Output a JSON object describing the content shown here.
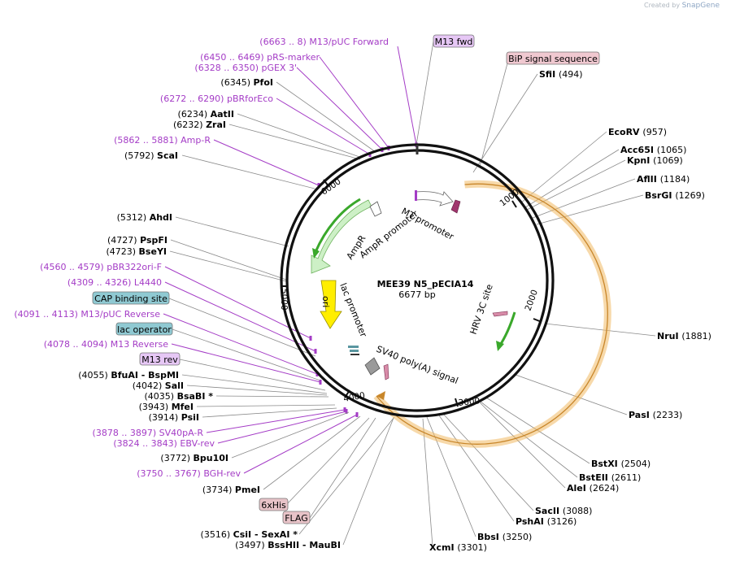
{
  "brand": {
    "prefix": "Created by",
    "name": "SnapGene"
  },
  "plasmid": {
    "name": "MEE39 N5_pECIA14",
    "length_label": "6677 bp"
  },
  "ring_ticks": [
    {
      "label": "1000"
    },
    {
      "label": "2000"
    },
    {
      "label": "3000"
    },
    {
      "label": "4000"
    },
    {
      "label": "5000"
    },
    {
      "label": "6000"
    }
  ],
  "feature_arcs": [
    {
      "label": "MT promoter"
    },
    {
      "label": "AmpR"
    },
    {
      "label": "AmpR promoter"
    },
    {
      "label": "ori"
    },
    {
      "label": "lac promoter"
    },
    {
      "label": "SV40 poly(A) signal"
    },
    {
      "label": "HRV 3C site"
    }
  ],
  "callouts": [
    {
      "type": "feature",
      "pos": "(6663 .. 8)",
      "name": "M13/pUC Forward"
    },
    {
      "type": "box",
      "name": "M13 fwd",
      "style": "primer"
    },
    {
      "type": "feature",
      "pos": "(6450 .. 6469)",
      "name": "pRS-marker"
    },
    {
      "type": "feature",
      "pos": "(6328 .. 6350)",
      "name": "pGEX 3'"
    },
    {
      "type": "box",
      "name": "BiP signal sequence",
      "style": "signal"
    },
    {
      "type": "enzyme",
      "pos": "(6345)",
      "name": "PfoI"
    },
    {
      "type": "enzyme",
      "pos": "(494)",
      "name": "SfiI"
    },
    {
      "type": "feature",
      "pos": "(6272 .. 6290)",
      "name": "pBRforEco"
    },
    {
      "type": "enzyme",
      "pos": "(6234)",
      "name": "AatII"
    },
    {
      "type": "enzyme",
      "pos": "(6232)",
      "name": "ZraI"
    },
    {
      "type": "enzyme",
      "pos": "(957)",
      "name": "EcoRV"
    },
    {
      "type": "feature",
      "pos": "(5862 .. 5881)",
      "name": "Amp-R"
    },
    {
      "type": "enzyme",
      "pos": "(1065)",
      "name": "Acc65I"
    },
    {
      "type": "enzyme",
      "pos": "(5792)",
      "name": "ScaI"
    },
    {
      "type": "enzyme",
      "pos": "(1069)",
      "name": "KpnI"
    },
    {
      "type": "enzyme",
      "pos": "(1184)",
      "name": "AflII"
    },
    {
      "type": "enzyme",
      "pos": "(1269)",
      "name": "BsrGI"
    },
    {
      "type": "enzyme",
      "pos": "(5312)",
      "name": "AhdI"
    },
    {
      "type": "enzyme",
      "pos": "(4727)",
      "name": "PspFI"
    },
    {
      "type": "enzyme",
      "pos": "(4723)",
      "name": "BseYI"
    },
    {
      "type": "feature",
      "pos": "(4560 .. 4579)",
      "name": "pBR322ori-F"
    },
    {
      "type": "feature",
      "pos": "(4309 .. 4326)",
      "name": "L4440"
    },
    {
      "type": "box",
      "name": "CAP binding site",
      "style": "protein"
    },
    {
      "type": "feature",
      "pos": "(4091 .. 4113)",
      "name": "M13/pUC Reverse"
    },
    {
      "type": "box",
      "name": "lac operator",
      "style": "protein"
    },
    {
      "type": "enzyme",
      "pos": "(1881)",
      "name": "NruI"
    },
    {
      "type": "feature",
      "pos": "(4078 .. 4094)",
      "name": "M13 Reverse"
    },
    {
      "type": "box",
      "name": "M13 rev",
      "style": "primer"
    },
    {
      "type": "enzyme",
      "pos": "(4055)",
      "name": "BfuAI  -  BspMI"
    },
    {
      "type": "enzyme",
      "pos": "(4042)",
      "name": "SalI"
    },
    {
      "type": "enzyme",
      "pos": "(4035)",
      "name": "BsaBI *"
    },
    {
      "type": "enzyme",
      "pos": "(3943)",
      "name": "MfeI"
    },
    {
      "type": "enzyme",
      "pos": "(3914)",
      "name": "PsiI"
    },
    {
      "type": "enzyme",
      "pos": "(2233)",
      "name": "PasI"
    },
    {
      "type": "feature",
      "pos": "(3878 .. 3897)",
      "name": "SV40pA-R"
    },
    {
      "type": "feature",
      "pos": "(3824 .. 3843)",
      "name": "EBV-rev"
    },
    {
      "type": "enzyme",
      "pos": "(3772)",
      "name": "Bpu10I"
    },
    {
      "type": "enzyme",
      "pos": "(2504)",
      "name": "BstXI"
    },
    {
      "type": "feature",
      "pos": "(3750 .. 3767)",
      "name": "BGH-rev"
    },
    {
      "type": "enzyme",
      "pos": "(2611)",
      "name": "BstEII"
    },
    {
      "type": "enzyme",
      "pos": "(2624)",
      "name": "AleI"
    },
    {
      "type": "enzyme",
      "pos": "(3734)",
      "name": "PmeI"
    },
    {
      "type": "enzyme",
      "pos": "(3088)",
      "name": "SacII"
    },
    {
      "type": "box",
      "name": "6xHis",
      "style": "tag"
    },
    {
      "type": "enzyme",
      "pos": "(3126)",
      "name": "PshAI"
    },
    {
      "type": "box",
      "name": "FLAG",
      "style": "tag"
    },
    {
      "type": "enzyme",
      "pos": "(3516)",
      "name": "CsiI  -  SexAI *"
    },
    {
      "type": "enzyme",
      "pos": "(3250)",
      "name": "BbsI"
    },
    {
      "type": "enzyme",
      "pos": "(3497)",
      "name": "BssHII  -  MauBI"
    },
    {
      "type": "enzyme",
      "pos": "(3301)",
      "name": "XcmI"
    }
  ],
  "colors": {
    "feature_text": "#a43cc6",
    "primer_box": "#e6c7f5",
    "signal_box": "#f0c8d0",
    "protein_box": "#8fc9d2",
    "tag_box": "#e8c3c8",
    "backbone": "#111111",
    "insert_highlight": "#f0b964",
    "ampr_fill": "#cdf0c6",
    "arrow_green": "#3aa82b",
    "ori_fill": "#ffee00"
  }
}
